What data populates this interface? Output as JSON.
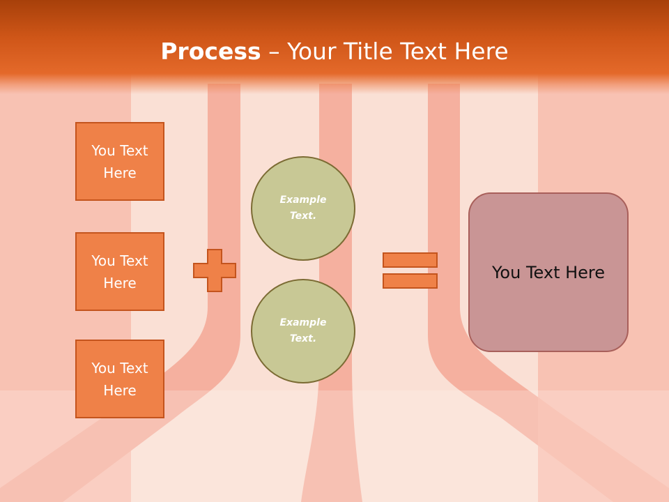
{
  "title": {
    "bold": "Process",
    "rest": " – Your Title Text Here"
  },
  "left_boxes": [
    {
      "label": "You Text Here"
    },
    {
      "label": "You Text Here"
    },
    {
      "label": "You Text Here"
    }
  ],
  "circles": [
    {
      "label": "Example Text."
    },
    {
      "label": "Example Text."
    }
  ],
  "result": {
    "label": "You Text Here"
  },
  "icons": {
    "plus": "plus-icon",
    "equals": "equals-icon"
  },
  "colors": {
    "title_bar": "#d45a1c",
    "box_fill": "#ef8148",
    "box_border": "#c4541d",
    "circle_fill": "#c8c895",
    "circle_border": "#7b6b33",
    "result_fill": "#c99595",
    "result_border": "#a85f5a",
    "stripe": "#f6b6a6",
    "background": "#fbe6dc"
  }
}
